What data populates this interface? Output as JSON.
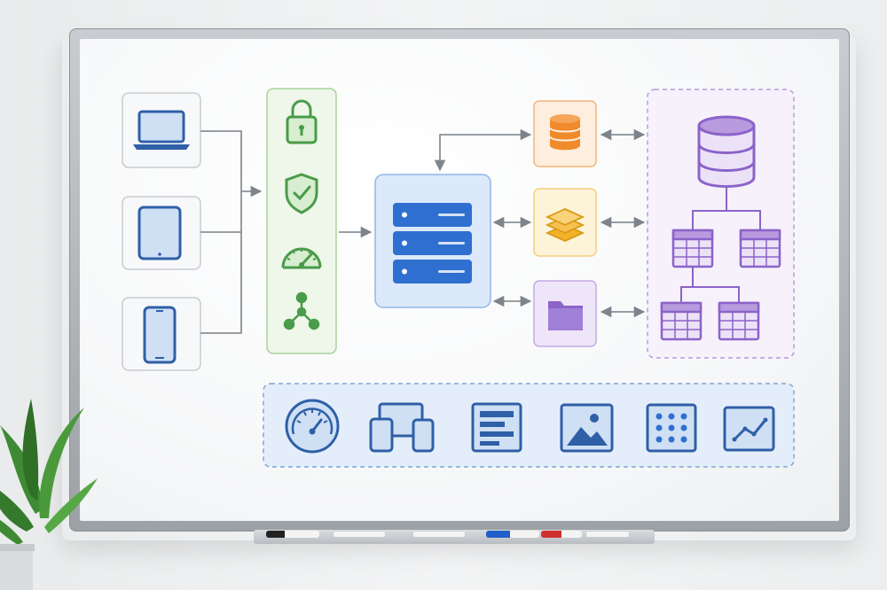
{
  "diagram": {
    "title": "",
    "colors": {
      "client": "#2f5fa7",
      "client_fill": "#cfe0f5",
      "security": "#4a9b4a",
      "security_bg": "#eef7ea",
      "server": "#2f6fd0",
      "server_bg": "#dce9fa",
      "storage_orange": "#f08a2a",
      "storage_yellow": "#f3b12c",
      "storage_purple": "#8b63c9",
      "database": "#8b63c9",
      "connector": "#7d848b"
    },
    "clients": [
      {
        "id": "laptop",
        "icon": "laptop-icon"
      },
      {
        "id": "tablet",
        "icon": "tablet-icon"
      },
      {
        "id": "phone",
        "icon": "smartphone-icon"
      }
    ],
    "security_layer": [
      "lock-icon",
      "shield-check-icon",
      "speedometer-icon",
      "network-share-icon"
    ],
    "server": {
      "icon": "server-rack-icon",
      "units": 3
    },
    "storage": [
      "database-icon",
      "layers-icon",
      "folder-icon"
    ],
    "database_schema": {
      "icon": "database-cylinder-icon",
      "tables": 4
    },
    "dashboard_tools": [
      "gauge-icon",
      "multi-device-icon",
      "layout-icon",
      "image-icon",
      "grid-icon",
      "line-chart-icon"
    ]
  }
}
